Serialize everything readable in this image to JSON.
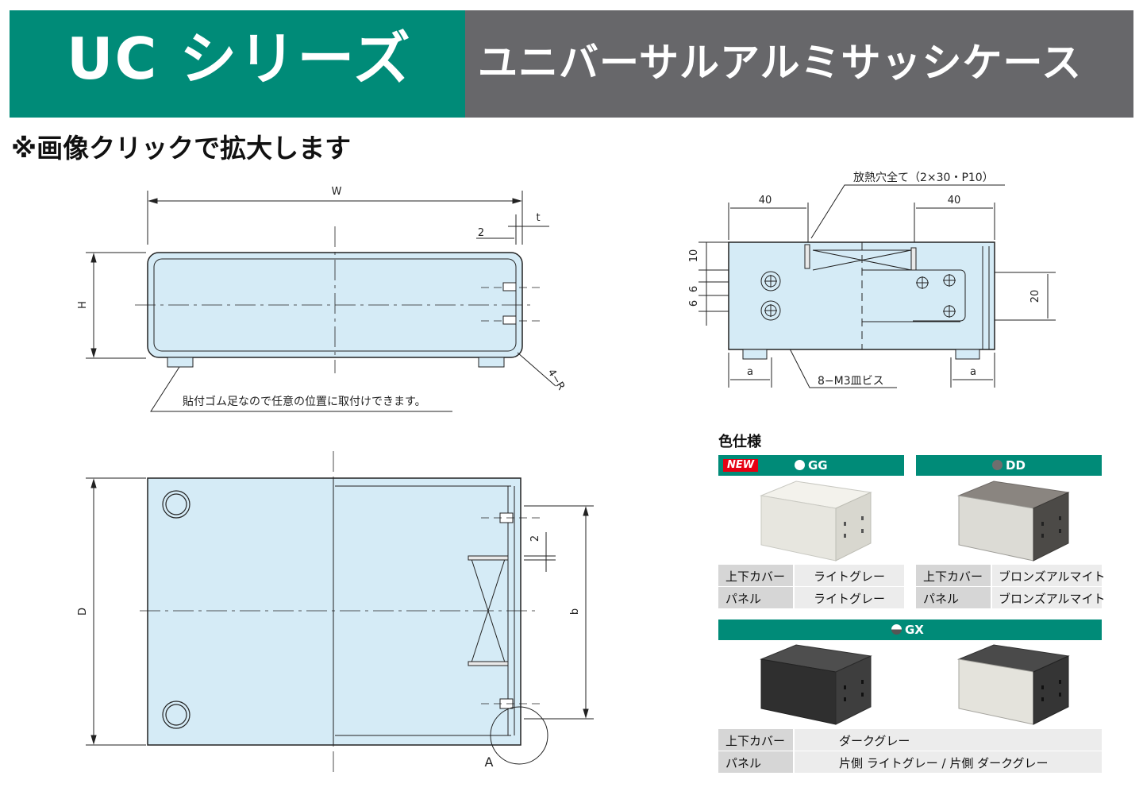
{
  "header": {
    "series": "UC シリーズ",
    "product": "ユニバーサルアルミサッシケース",
    "zoom_note": "※画像クリックで拡大します"
  },
  "front_view": {
    "dim_w": "W",
    "dim_t": "t",
    "dim_2": "2",
    "dim_h": "H",
    "dim_r": "4−R",
    "note": "貼付ゴム足なので任意の位置に取付けできます。"
  },
  "top_view": {
    "dim_d": "D",
    "dim_b": "b",
    "dim_2": "2",
    "detail": "A"
  },
  "side_view": {
    "vent_note": "放熱穴全て（2×30・P10）",
    "dim_40_left": "40",
    "dim_40_right": "40",
    "dim_10": "10",
    "dim_6a": "6",
    "dim_6b": "6",
    "dim_20": "20",
    "dim_a_left": "a",
    "dim_a_right": "a",
    "screw_note": "8−M3皿ビス"
  },
  "colors": {
    "title": "色仕様",
    "new_badge": "NEW",
    "gg": {
      "label": "GG",
      "dot": "#ffffff",
      "rows": [
        [
          "上下カバー",
          "ライトグレー"
        ],
        [
          "パネル",
          "ライトグレー"
        ]
      ]
    },
    "dd": {
      "label": "DD",
      "dot": "#6e6e6e",
      "rows": [
        [
          "上下カバー",
          "ブロンズアルマイト"
        ],
        [
          "パネル",
          "ブロンズアルマイト"
        ]
      ]
    },
    "gx": {
      "label": "GX",
      "dot": "#555555",
      "rows": [
        [
          "上下カバー",
          "ダークグレー"
        ],
        [
          "パネル",
          "片側 ライトグレー / 片側 ダークグレー"
        ]
      ]
    }
  },
  "palette": {
    "brand_green": "#008b78",
    "banner_gray": "#67676a",
    "drawing_fill": "#d5ebf6",
    "row_dark": "#d6d6d6",
    "row_light": "#ececec"
  }
}
